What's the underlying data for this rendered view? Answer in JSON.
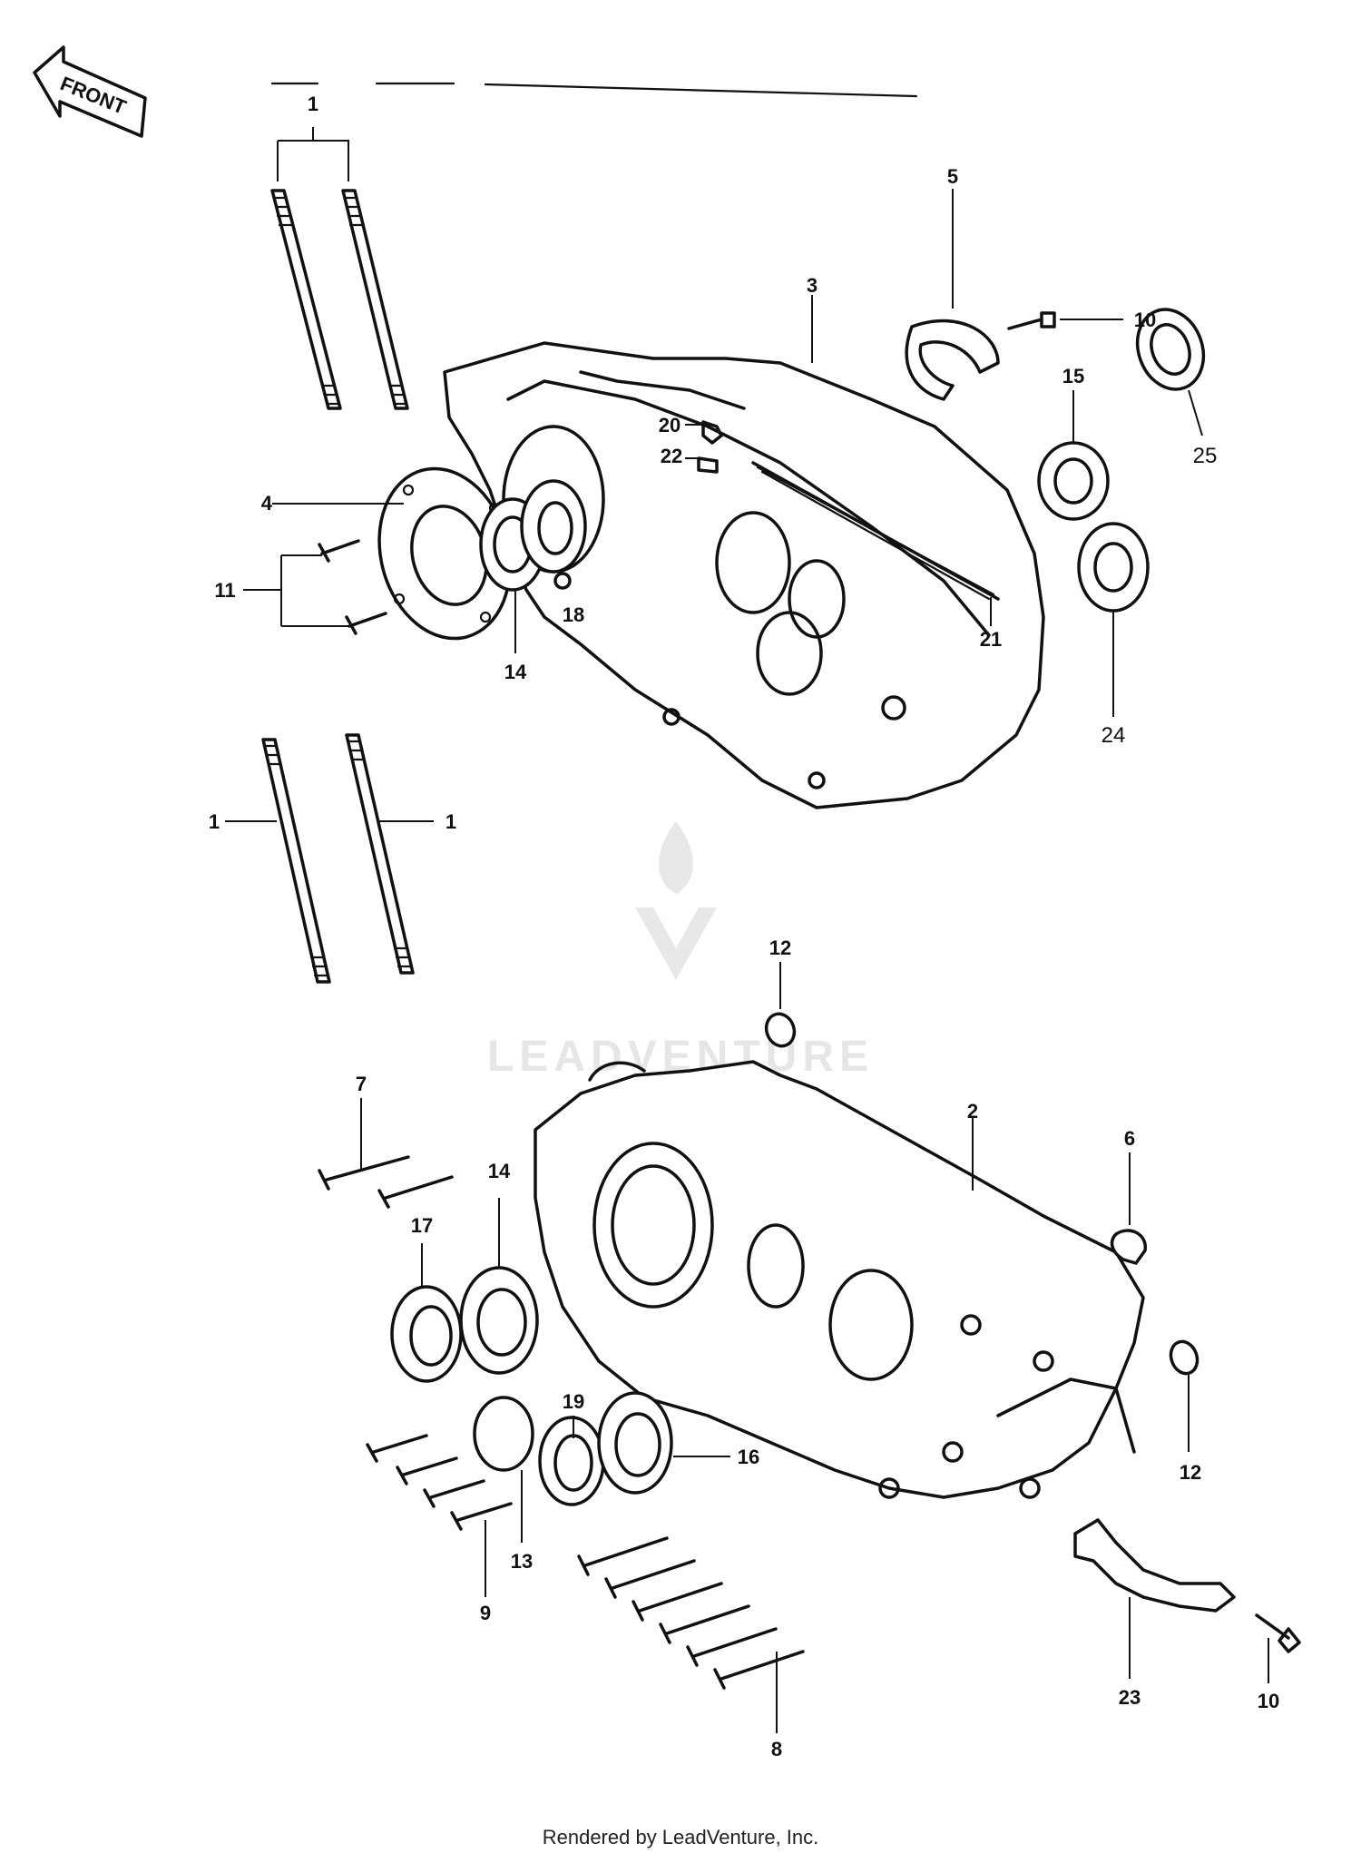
{
  "front_arrow": {
    "label": "FRONT"
  },
  "callouts": {
    "c1_top": "1",
    "c1_left": "1",
    "c1_right": "1",
    "c2": "2",
    "c3": "3",
    "c4": "4",
    "c5": "5",
    "c6": "6",
    "c7": "7",
    "c8": "8",
    "c9": "9",
    "c10_top": "10",
    "c10_bottom": "10",
    "c11": "11",
    "c12_top": "12",
    "c12_right": "12",
    "c13": "13",
    "c14_top": "14",
    "c14_bottom": "14",
    "c15": "15",
    "c16": "16",
    "c17": "17",
    "c18": "18",
    "c19": "19",
    "c20": "20",
    "c21": "21",
    "c22": "22",
    "c23": "23",
    "c24": "24",
    "c25": "25"
  },
  "watermark": {
    "text": "LEADVENTURE"
  },
  "footer": {
    "credit": "Rendered by LeadVenture, Inc."
  }
}
